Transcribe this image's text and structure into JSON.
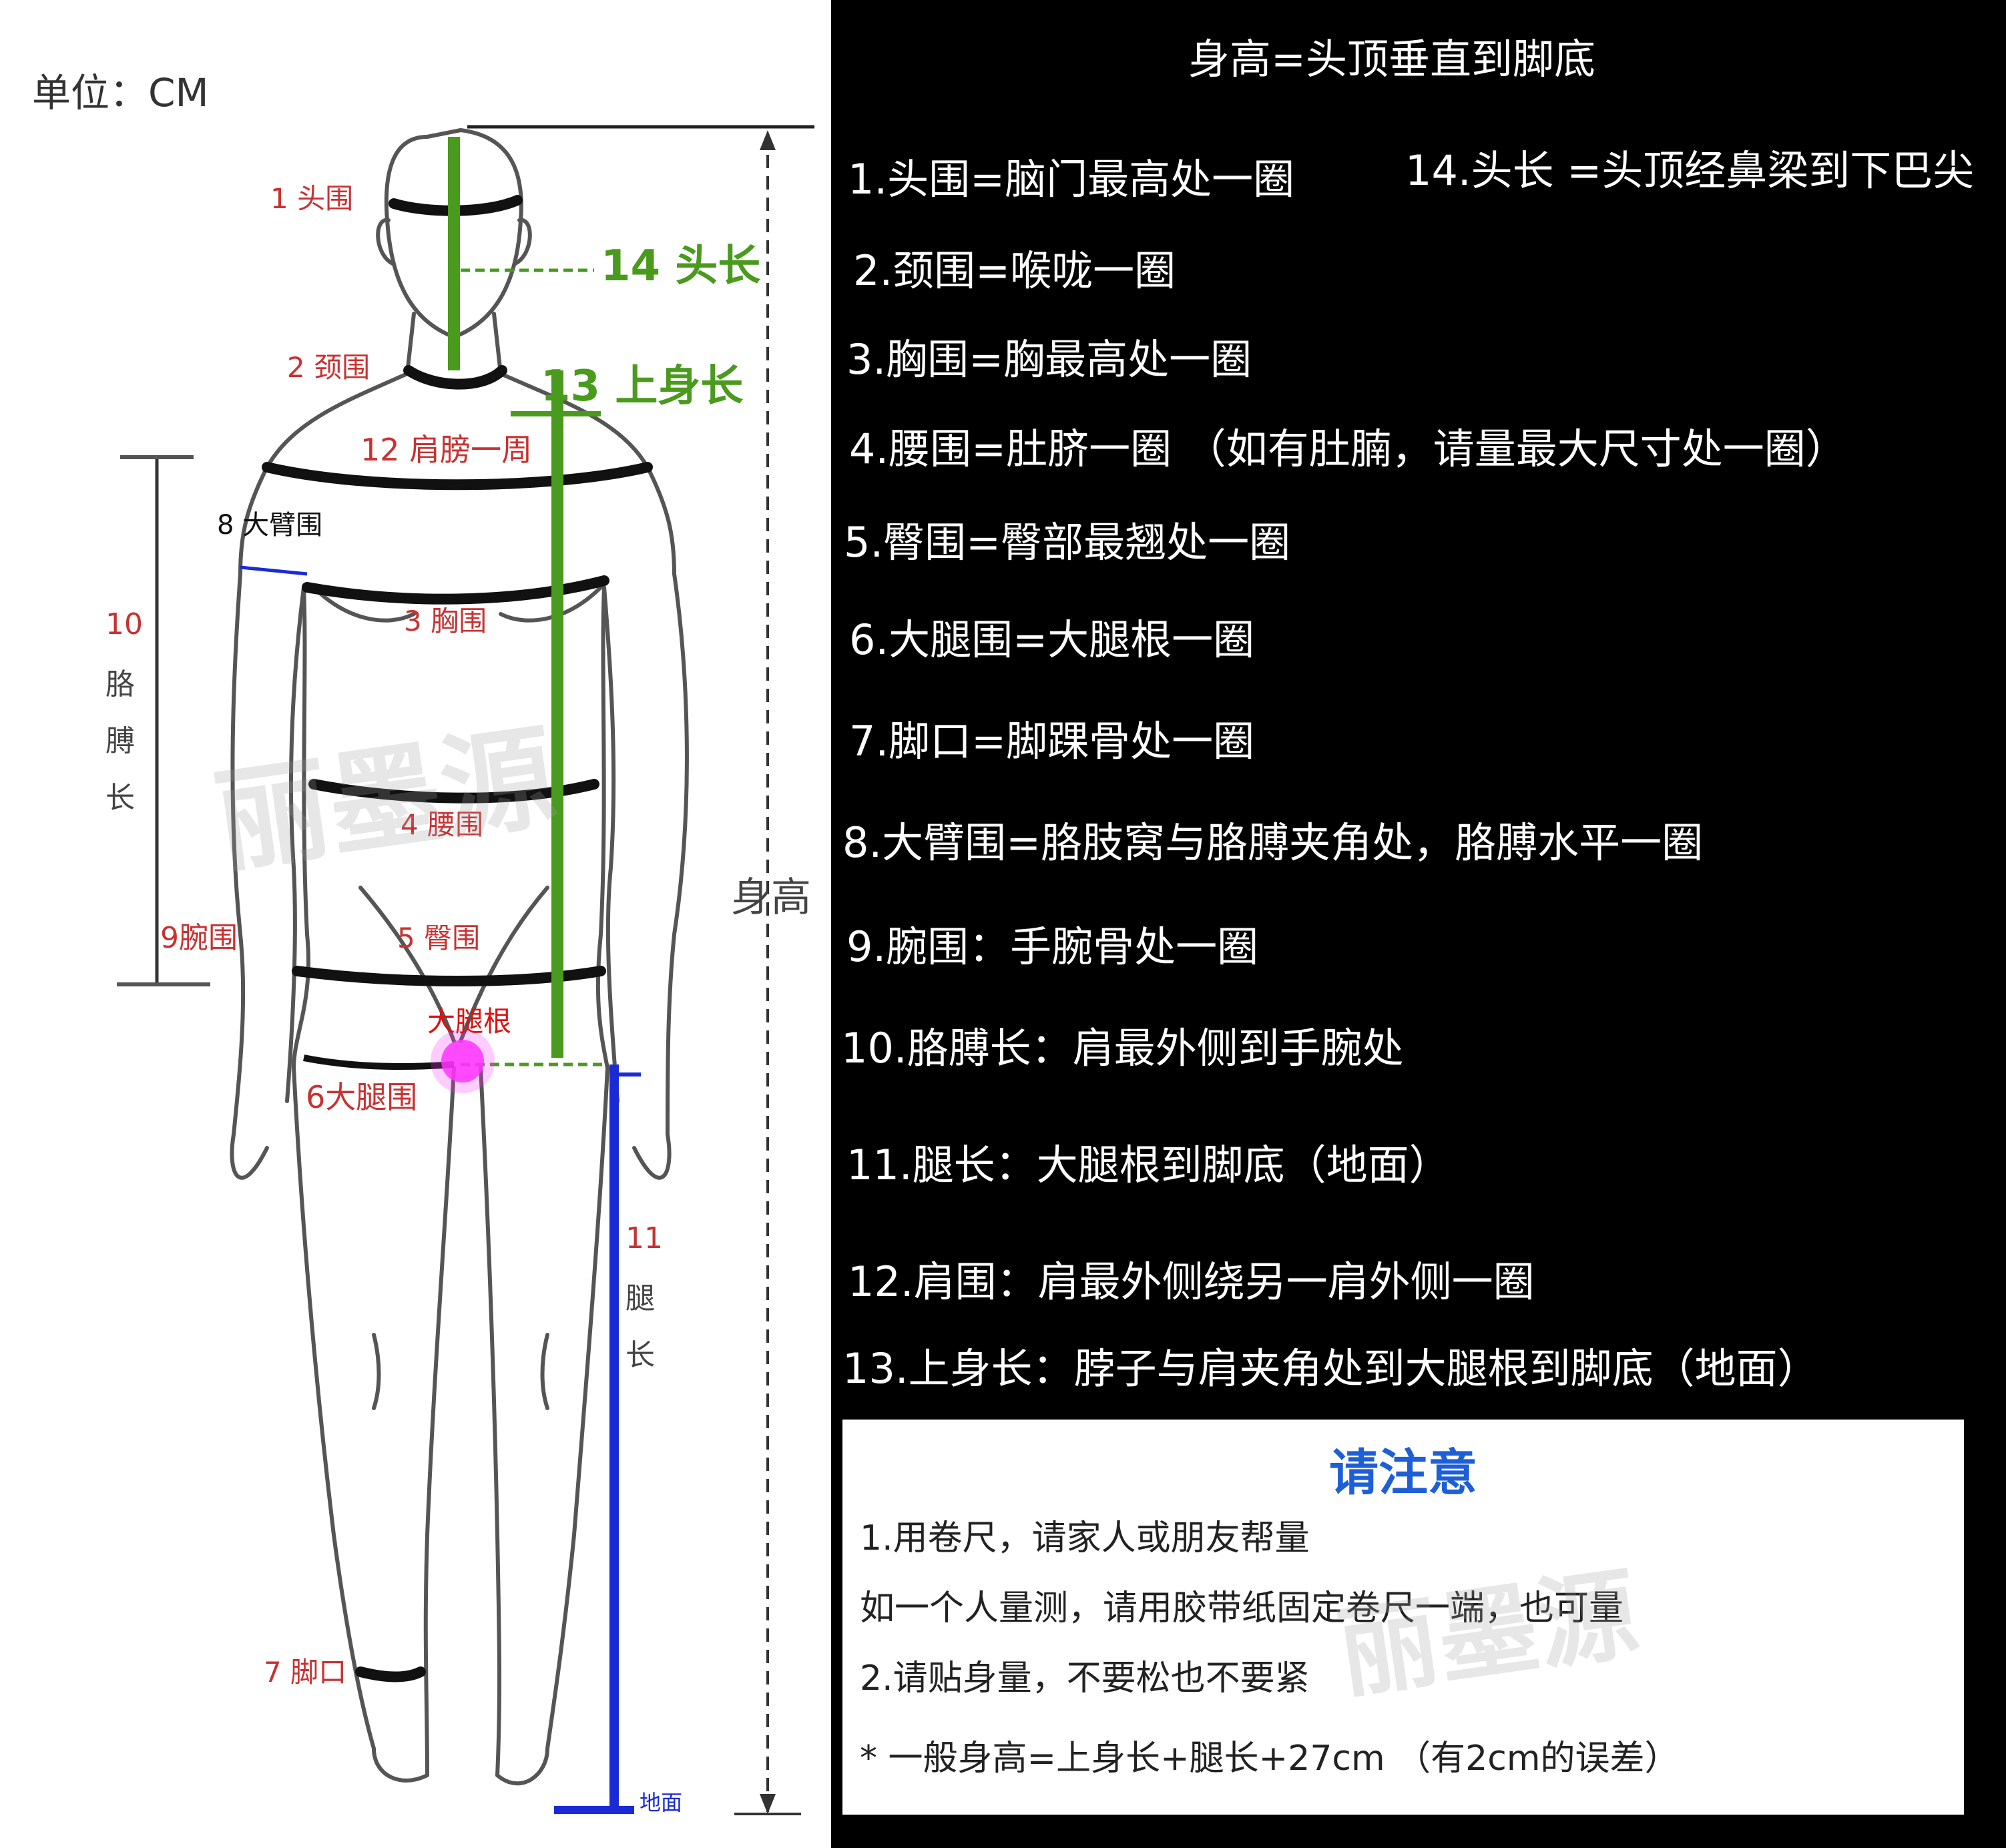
{
  "unit_label": "单位：CM",
  "watermark": "丽墨源",
  "figure_labels": {
    "l1": "1 头围",
    "l2": "2 颈围",
    "l3": "3 胸围",
    "l4": "4 腰围",
    "l5": "5 臀围",
    "l6": "6大腿围",
    "l7": "7 脚口",
    "l8": "8 大臂围",
    "l9": "9腕围",
    "l10_num": "10",
    "l10_chars": [
      "胳",
      "膊",
      "长"
    ],
    "l11_num": "11",
    "l11_chars": [
      "腿",
      "长"
    ],
    "l12": "12 肩膀一周",
    "l13": "13 上身长",
    "l14": "14 头长",
    "thigh_root": "大腿根",
    "ground": "地面",
    "height": "身高"
  },
  "right_panel": {
    "header": "身高=头顶垂直到脚底",
    "items": [
      "1.头围=脑门最高处一圈",
      "14.头长 =头顶经鼻梁到下巴尖",
      "2.颈围=喉咙一圈",
      "3.胸围=胸最高处一圈",
      "4.腰围=肚脐一圈  （如有肚腩，请量最大尺寸处一圈）",
      "5.臀围=臀部最翘处一圈",
      "6.大腿围=大腿根一圈",
      "7.脚口=脚踝骨处一圈",
      "8.大臂围=胳肢窝与胳膊夹角处，胳膊水平一圈",
      "9.腕围：手腕骨处一圈",
      "10.胳膊长：肩最外侧到手腕处",
      "11.腿长：大腿根到脚底（地面）",
      "12.肩围：肩最外侧绕另一肩外侧一圈",
      "13.上身长：脖子与肩夹角处到大腿根到脚底（地面）"
    ]
  },
  "notice": {
    "title": "请注意",
    "lines": [
      "1.用卷尺，请家人或朋友帮量",
      "如一个人量测，请用胶带纸固定卷尺一端，也可量",
      "2.请贴身量，不要松也不要紧",
      "* 一般身高=上身长+腿长+27cm （有2cm的误差）"
    ]
  },
  "colors": {
    "green": "#4a9a1e",
    "blue": "#1a2bd6",
    "red_label": "#c83232",
    "magenta": "#ff33ff",
    "notice_title": "#1e5fd6"
  }
}
